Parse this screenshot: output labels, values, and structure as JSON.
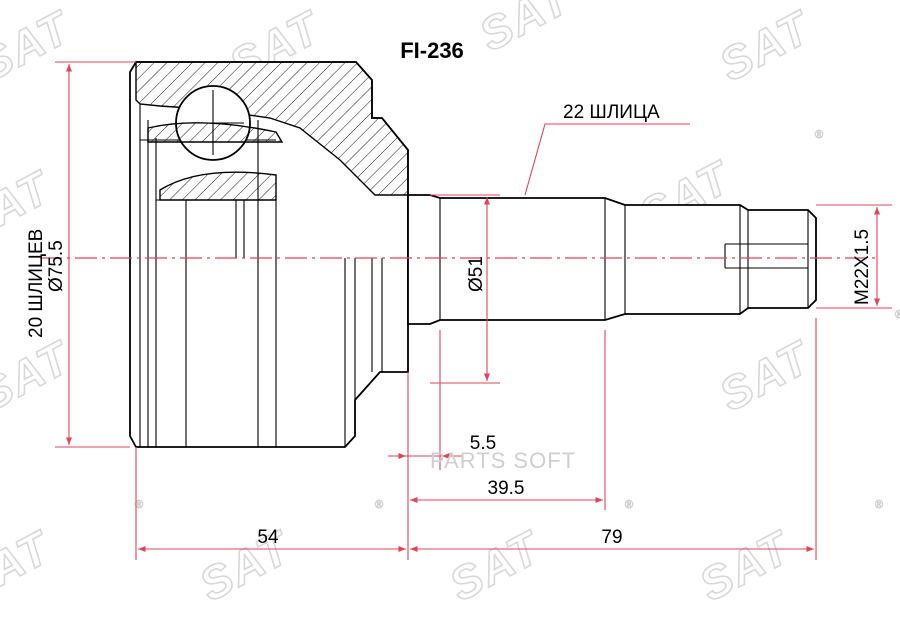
{
  "drawing": {
    "part_number": "FI-236",
    "watermark_text": "SAT",
    "watermark_reg_mark": "®",
    "brand_overlay": "PARTS SOFT",
    "outer_splines": "20 ШЛИЦЕВ",
    "outer_diameter": "Ø75.5",
    "shaft_splines": "22 ШЛИЦА",
    "shaft_diameter": "Ø51",
    "thread": "M22X1.5",
    "dim_housing_length": "54",
    "dim_shaft_length": "79",
    "dim_spline_length": "39.5",
    "dim_step": "5.5"
  },
  "colors": {
    "dimension_line": "#e0455a",
    "outline": "#000000",
    "watermark": "#d8d8d8"
  }
}
